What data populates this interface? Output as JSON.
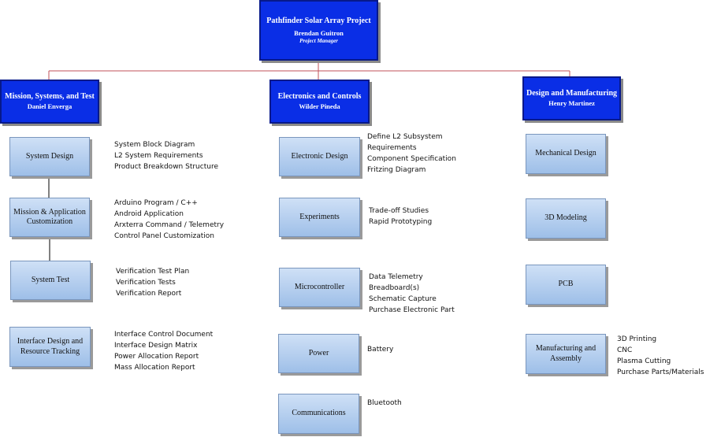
{
  "root": {
    "title": "Pathfinder Solar Array Project",
    "name": "Brendan Guitron",
    "role": "Project Manager"
  },
  "columns": [
    {
      "title": "Mission, Systems, and Test",
      "lead": "Daniel Enverga",
      "tasks": [
        {
          "label": "System Design",
          "notes": [
            "System Block Diagram",
            "L2 System Requirements",
            "Product Breakdown Structure"
          ]
        },
        {
          "label": "Mission & Application Customization",
          "notes": [
            "Arduino Program / C++",
            "Android Application",
            "Arxterra Command / Telemetry",
            "Control Panel Customization"
          ]
        },
        {
          "label": "System Test",
          "notes": [
            "Verification Test Plan",
            "Verification Tests",
            "Verification Report"
          ]
        },
        {
          "label": "Interface Design and Resource Tracking",
          "notes": [
            "Interface Control Document",
            "Interface Design Matrix",
            "Power Allocation Report",
            "Mass Allocation Report"
          ]
        }
      ]
    },
    {
      "title": "Electronics and Controls",
      "lead": "Wilder Pineda",
      "tasks": [
        {
          "label": "Electronic Design",
          "notes": [
            "Define L2 Subsystem",
            "Requirements",
            "Component Specification",
            "Fritzing Diagram"
          ]
        },
        {
          "label": "Experiments",
          "notes": [
            "Trade-off Studies",
            "Rapid Prototyping"
          ]
        },
        {
          "label": "Microcontroller",
          "notes": [
            "Data Telemetry",
            "Breadboard(s)",
            "Schematic Capture",
            "Purchase Electronic Part"
          ]
        },
        {
          "label": "Power",
          "notes": [
            "Battery"
          ]
        },
        {
          "label": "Communications",
          "notes": [
            "Bluetooth"
          ]
        }
      ]
    },
    {
      "title": "Design and Manufacturing",
      "lead": "Henry Martinez",
      "tasks": [
        {
          "label": "Mechanical Design",
          "notes": []
        },
        {
          "label": "3D Modeling",
          "notes": []
        },
        {
          "label": "PCB",
          "notes": []
        },
        {
          "label": "Manufacturing and Assembly",
          "notes": [
            "3D Printing",
            "CNC",
            "Plasma Cutting",
            "Purchase Parts/Materials"
          ]
        }
      ]
    }
  ],
  "colors": {
    "header_fill": "#0a2ee6",
    "header_border": "#07198a",
    "task_fill_top": "#cfe0f6",
    "task_fill_bottom": "#9ebfe8",
    "connector": "#c0505a"
  }
}
